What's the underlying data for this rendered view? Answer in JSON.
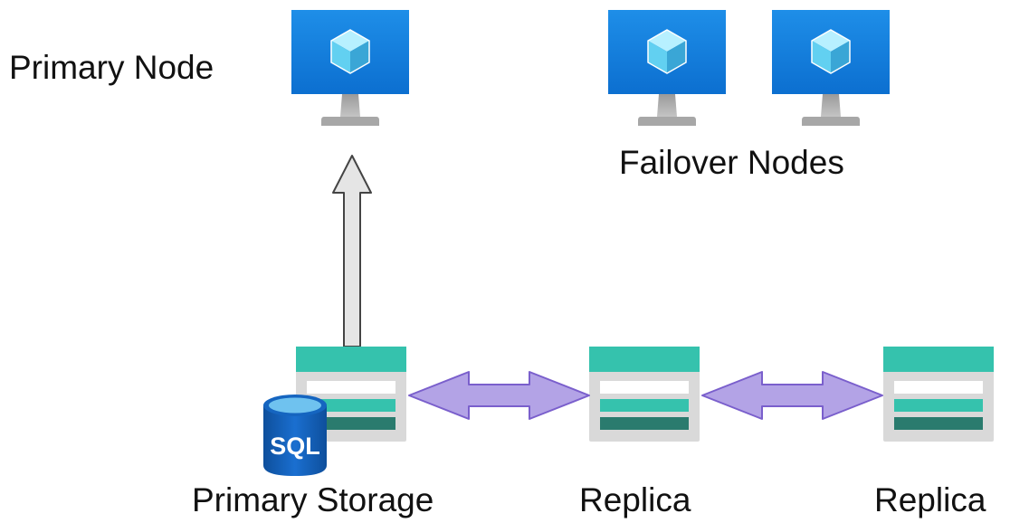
{
  "labels": {
    "primary_node": "Primary Node",
    "failover_nodes": "Failover Nodes",
    "primary_storage": "Primary Storage",
    "replica_1": "Replica",
    "replica_2": "Replica",
    "sql_badge": "SQL"
  },
  "icons": {
    "compute_node": "virtual-machine-monitor-icon",
    "storage": "storage-table-icon",
    "database": "sql-database-icon"
  },
  "colors": {
    "monitor_blue_top": "#1e8ee8",
    "monitor_blue_bottom": "#0c6fd0",
    "monitor_stand": "#a8a8a8",
    "cube_light": "#b7f0ff",
    "cube_mid": "#62d0f1",
    "cube_dark": "#3aa6d6",
    "storage_teal": "#35c2ad",
    "storage_dark_teal": "#2a7b6e",
    "storage_gray": "#d4d4d4",
    "sync_arrow_fill": "#b3a3e6",
    "sync_arrow_stroke": "#7a5fcc",
    "up_arrow_fill": "#e5e5e5",
    "up_arrow_stroke": "#444444",
    "sql_blue": "#1565c0",
    "sql_top": "#6fc2ef"
  }
}
